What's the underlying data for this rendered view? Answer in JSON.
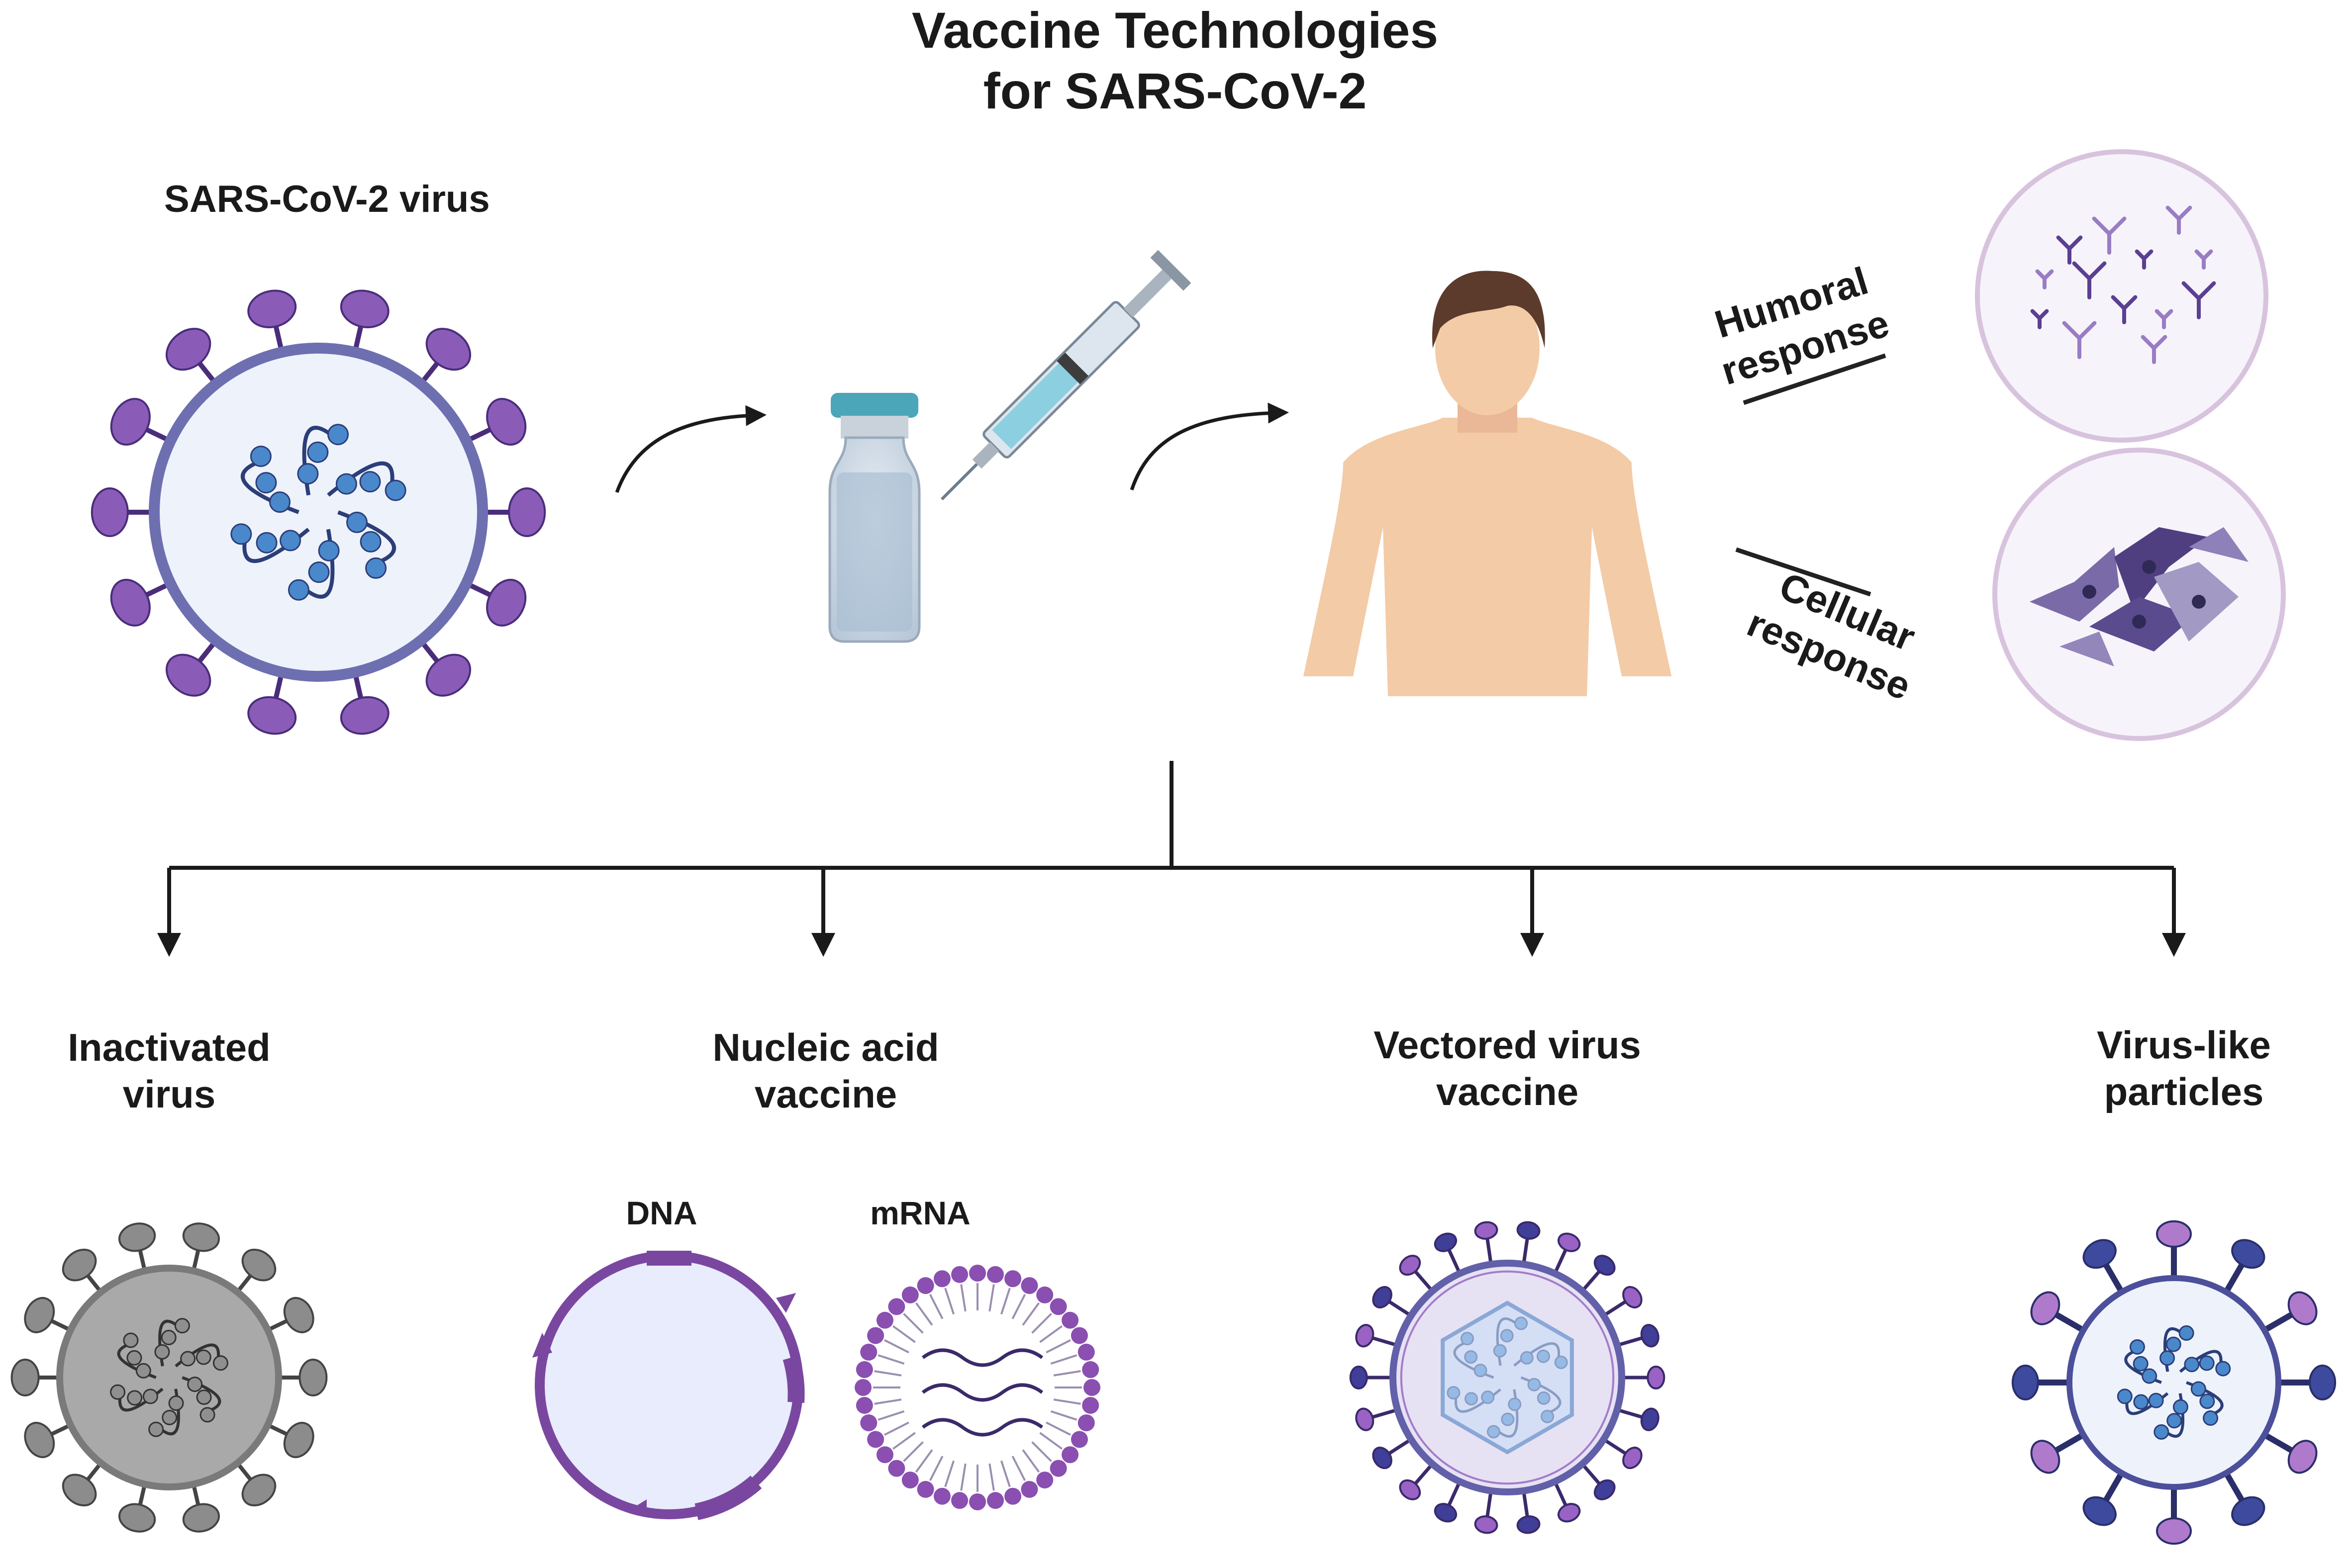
{
  "diagram": {
    "title_line1": "Vaccine Technologies",
    "title_line2": "for SARS-CoV-2",
    "virus_label": "SARS-CoV-2 virus",
    "humoral_line1": "Humoral",
    "humoral_line2": "response",
    "cellular_line1": "Cellular",
    "cellular_line2": "response",
    "categories": [
      {
        "line1": "Inactivated",
        "line2": "virus"
      },
      {
        "line1": "Nucleic acid",
        "line2": "vaccine"
      },
      {
        "line1": "Vectored virus",
        "line2": "vaccine"
      },
      {
        "line1": "Virus-like",
        "line2": "particles"
      }
    ],
    "nucleic_subtypes": [
      "DNA",
      "mRNA"
    ]
  },
  "colors": {
    "spike_purple": "#8a5cb8",
    "membrane_blue": "#6e6fb0",
    "rna_blue": "#4a88cc",
    "inactivated_gray": "#8c8c8c",
    "skin": "#f3cba6",
    "dna_ring": "#7a47a0"
  },
  "icons": [
    "virus-icon",
    "vial-icon",
    "syringe-icon",
    "human-icon",
    "antibody-icon",
    "t-cell-icon",
    "dna-plasmid-icon",
    "lipid-nanoparticle-icon",
    "viral-vector-icon",
    "vlp-icon",
    "arrow-icon"
  ]
}
